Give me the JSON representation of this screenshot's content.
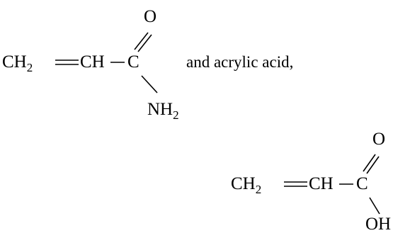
{
  "acrylamide": {
    "ch2": "CH",
    "ch2_sub": "2",
    "ch": "CH",
    "c": "C",
    "o": "O",
    "n": "NH",
    "n_sub": "2"
  },
  "connector_text": "and acrylic acid,",
  "acrylic_acid": {
    "ch2": "CH",
    "ch2_sub": "2",
    "ch": "CH",
    "c": "C",
    "o": "O",
    "oh": "OH"
  }
}
